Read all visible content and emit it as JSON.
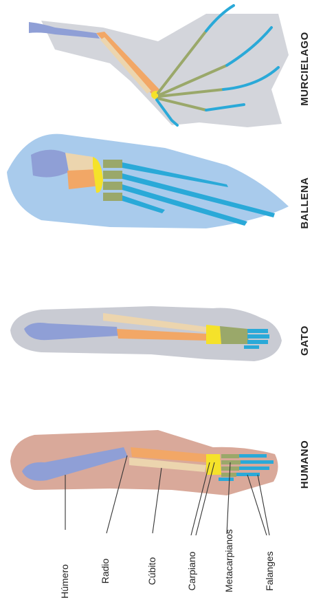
{
  "animals": [
    {
      "key": "murcielago",
      "name": "MURCIELAGO"
    },
    {
      "key": "ballena",
      "name": "BALLENA"
    },
    {
      "key": "gato",
      "name": "GATO"
    },
    {
      "key": "humano",
      "name": "HUMANO"
    }
  ],
  "bone_labels": {
    "humero": "Húmero",
    "radio": "Radio",
    "cubito": "Cúbito",
    "carpiano": "Carpiano",
    "metacarpianos": "Metacarpianos",
    "falanges": "Falanges"
  },
  "colors": {
    "humero": "#8f9fd6",
    "radio": "#f2a766",
    "cubito": "#ecd5ae",
    "carpiano": "#f5e22a",
    "metacarpianos": "#9aa86a",
    "falanges": "#2aa9d8",
    "human_skin": "#d9a99a",
    "cat_fur": "#c9cbd3",
    "whale_fin": "#a9cbec",
    "bat_wing": "#d3d5db"
  }
}
